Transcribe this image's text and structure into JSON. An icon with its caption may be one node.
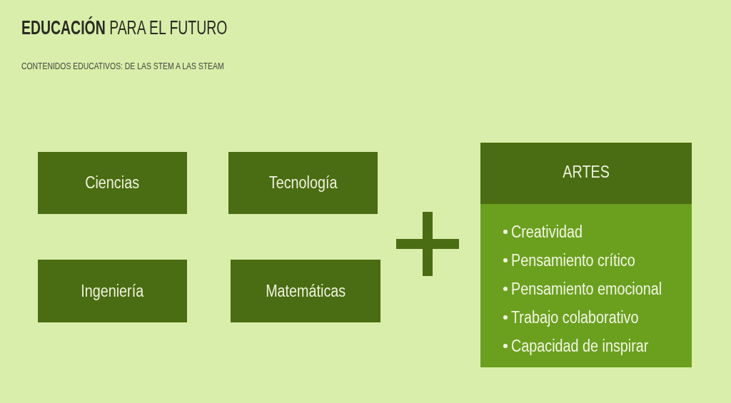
{
  "diagram": {
    "title": "**EDUCACIÓN** PARA EL FUTURO",
    "nodes": [
      {
        "text": [
          "Ciencias"
        ]
      },
      {
        "text": [
          "Tecnología"
        ]
      },
      {
        "text": [
          "Ingeniería"
        ]
      },
      {
        "text": [
          "Matemáticas"
        ]
      },
      {
        "text": [
          "ARTES",
          "Creatividad",
          "Pensamiento crítico",
          "Pensamiento emocional",
          "Trabajo colaborativo",
          "Capacidad de inspirar"
        ]
      }
    ],
    "edges": [],
    "labels": [
      "CONTENIDOS EDUCATIVOS: DE LAS STEM A LAS STEAM"
    ]
  }
}
